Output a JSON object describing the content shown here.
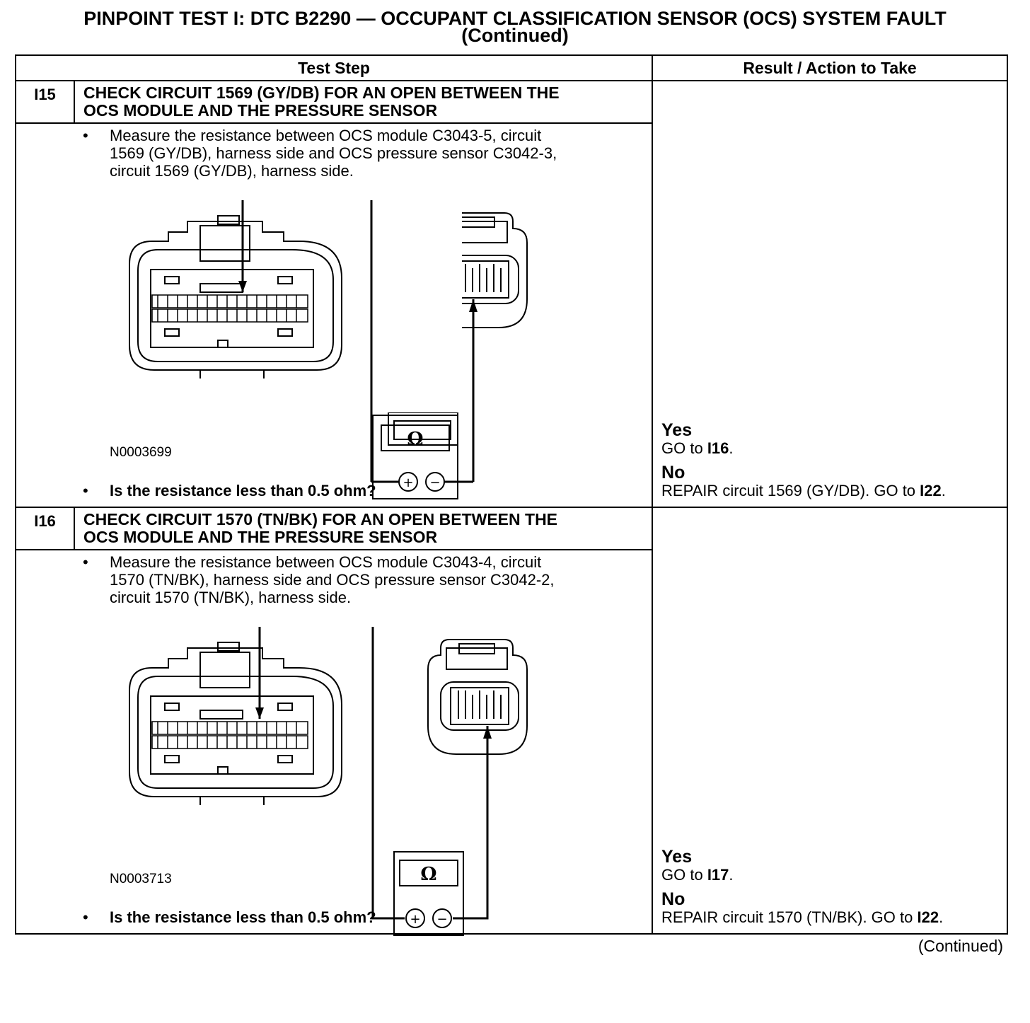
{
  "title": {
    "line1": "PINPOINT TEST I: DTC B2290 — OCCUPANT CLASSIFICATION SENSOR (OCS) SYSTEM FAULT",
    "line2": "(Continued)"
  },
  "table": {
    "col_step": "Test Step",
    "col_result": "Result / Action to Take"
  },
  "steps": [
    {
      "id": "I15",
      "heading_line1": "CHECK CIRCUIT 1569 (GY/DB) FOR AN OPEN BETWEEN THE",
      "heading_line2": "OCS MODULE AND THE PRESSURE SENSOR",
      "bullet": "•",
      "instruction_line1": "Measure the resistance between OCS module C3043-5, circuit",
      "instruction_line2": "1569 (GY/DB), harness side and OCS pressure sensor C3042-3,",
      "instruction_line3": "circuit 1569 (GY/DB), harness side.",
      "figure_id": "N0003699",
      "meter_symbol": "Ω",
      "plus": "+",
      "minus": "−",
      "question": "Is the resistance less than 0.5 ohm?",
      "yes_label": "Yes",
      "yes_action": "GO to ",
      "yes_target": "I16",
      "yes_tail": ".",
      "no_label": "No",
      "no_action": "REPAIR circuit 1569 (GY/DB). GO to ",
      "no_target": "I22",
      "no_tail": "."
    },
    {
      "id": "I16",
      "heading_line1": "CHECK CIRCUIT 1570 (TN/BK) FOR AN OPEN BETWEEN THE",
      "heading_line2": "OCS MODULE AND THE PRESSURE SENSOR",
      "bullet": "•",
      "instruction_line1": "Measure the resistance between OCS module C3043-4, circuit",
      "instruction_line2": "1570 (TN/BK), harness side and OCS pressure sensor C3042-2,",
      "instruction_line3": "circuit 1570 (TN/BK), harness side.",
      "figure_id": "N0003713",
      "meter_symbol": "Ω",
      "plus": "+",
      "minus": "−",
      "question": "Is the resistance less than 0.5 ohm?",
      "yes_label": "Yes",
      "yes_action": "GO to ",
      "yes_target": "I17",
      "yes_tail": ".",
      "no_label": "No",
      "no_action": "REPAIR circuit 1570 (TN/BK). GO to ",
      "no_target": "I22",
      "no_tail": "."
    }
  ],
  "footer": "(Continued)"
}
